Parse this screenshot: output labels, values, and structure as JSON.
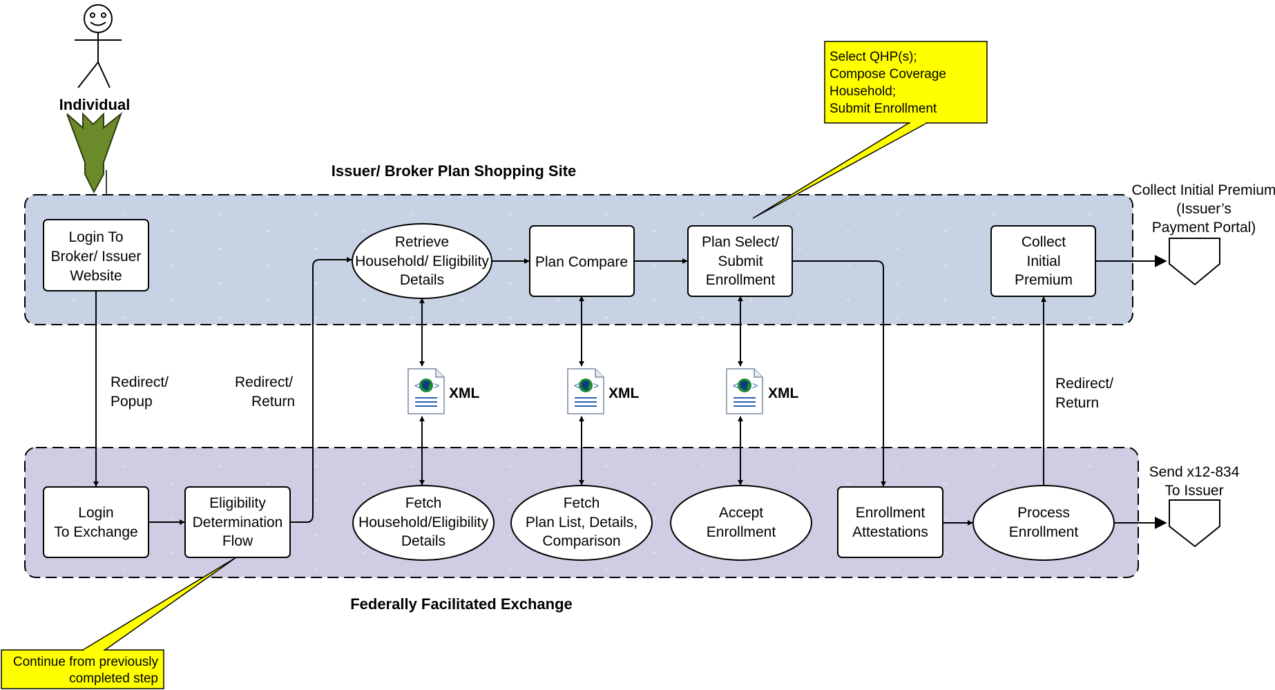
{
  "actor": {
    "label": "Individual"
  },
  "lanes": {
    "top_title": "Issuer/ Broker Plan Shopping Site",
    "bottom_title": "Federally Facilitated Exchange"
  },
  "top_nodes": {
    "login_broker": [
      "Login To",
      "Broker/ Issuer",
      "Website"
    ],
    "retrieve": [
      "Retrieve",
      "Household/ Eligibility",
      "Details"
    ],
    "plan_compare": [
      "Plan Compare"
    ],
    "plan_select": [
      "Plan Select/",
      "Submit",
      "Enrollment"
    ],
    "collect_premium": [
      "Collect",
      "Initial",
      "Premium"
    ]
  },
  "bottom_nodes": {
    "login_exchange": [
      "Login",
      "To Exchange"
    ],
    "eligibility": [
      "Eligibility",
      "Determination",
      "Flow"
    ],
    "fetch_household": [
      "Fetch",
      "Household/Eligibility",
      "Details"
    ],
    "fetch_plans": [
      "Fetch",
      "Plan List, Details,",
      "Comparison"
    ],
    "accept": [
      "Accept",
      "Enrollment"
    ],
    "attestations": [
      "Enrollment",
      "Attestations"
    ],
    "process": [
      "Process",
      "Enrollment"
    ]
  },
  "edge_labels": {
    "redirect_popup": [
      "Redirect/",
      "Popup"
    ],
    "redirect_return_left": [
      "Redirect/",
      "Return"
    ],
    "redirect_return_right": [
      "Redirect/",
      "Return"
    ]
  },
  "xml_label": "XML",
  "terminals": {
    "collect": [
      "Collect Initial Premium",
      "(Issuer’s",
      "Payment Portal)"
    ],
    "send": [
      "Send x12-834",
      "To Issuer"
    ]
  },
  "callouts": {
    "top": [
      "Select QHP(s);",
      "Compose Coverage",
      "Household;",
      "Submit Enrollment"
    ],
    "bottom": [
      "Continue from previously",
      "completed step"
    ]
  },
  "colors": {
    "note_fill": "#ffff00",
    "arrow_green": "#6b8a2a",
    "lane_top": "#c9d6e6",
    "lane_bottom": "#d3d0e6"
  }
}
